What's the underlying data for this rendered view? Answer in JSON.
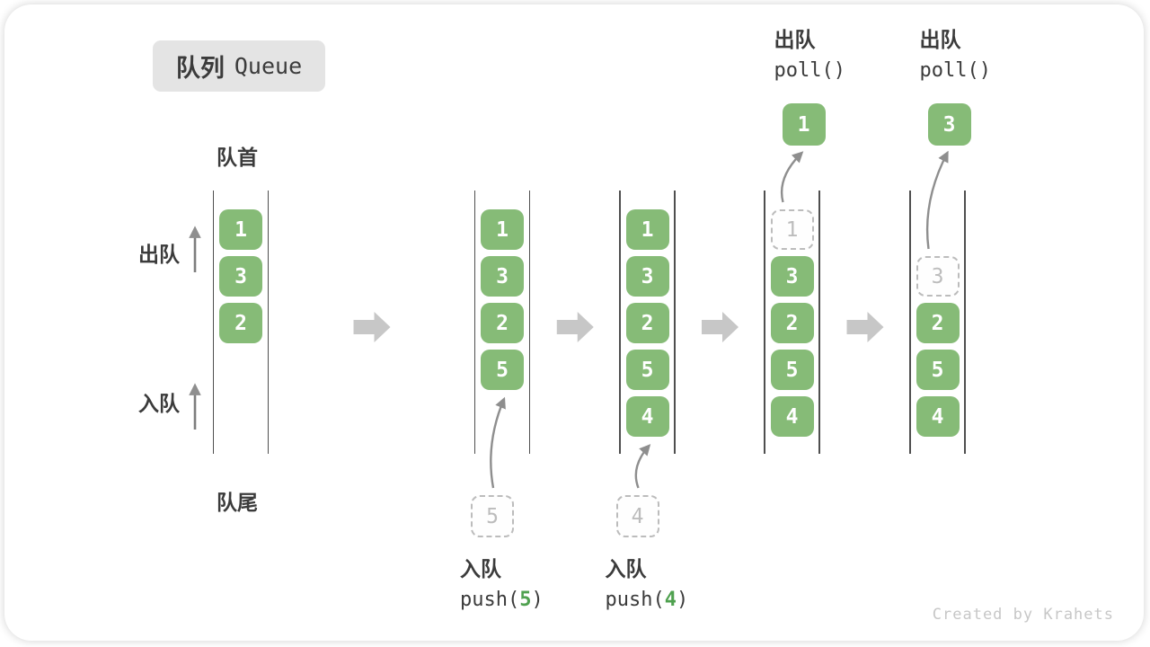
{
  "title": {
    "zh": "队列",
    "en": "Queue"
  },
  "side_labels": {
    "front": "队首",
    "rear": "队尾",
    "dequeue": "出队",
    "enqueue": "入队"
  },
  "watermark": "Created by Krahets",
  "colors": {
    "box_green": "#86bb77",
    "code_arg_green": "#4fa14f",
    "title_bg": "#e4e4e4",
    "text_dark": "#3b3b3b",
    "dashed_gray": "#bcbcbc",
    "block_arrow_gray": "#c7c7c7",
    "thin_arrow_gray": "#8e8e8e",
    "column_line": "#4f4f4f"
  },
  "columns": [
    {
      "name": "state-initial",
      "cells": [
        {
          "row": 0,
          "value": "1",
          "type": "filled"
        },
        {
          "row": 1,
          "value": "3",
          "type": "filled"
        },
        {
          "row": 2,
          "value": "2",
          "type": "filled"
        }
      ]
    },
    {
      "name": "state-after-push-5",
      "cells": [
        {
          "row": 0,
          "value": "1",
          "type": "filled"
        },
        {
          "row": 1,
          "value": "3",
          "type": "filled"
        },
        {
          "row": 2,
          "value": "2",
          "type": "filled"
        },
        {
          "row": 3,
          "value": "5",
          "type": "filled"
        }
      ],
      "staged": {
        "value": "5"
      },
      "bottom_op": {
        "label": "入队",
        "code_pre": "push(",
        "code_arg": "5",
        "code_post": ")"
      }
    },
    {
      "name": "state-after-push-4",
      "cells": [
        {
          "row": 0,
          "value": "1",
          "type": "filled"
        },
        {
          "row": 1,
          "value": "3",
          "type": "filled"
        },
        {
          "row": 2,
          "value": "2",
          "type": "filled"
        },
        {
          "row": 3,
          "value": "5",
          "type": "filled"
        },
        {
          "row": 4,
          "value": "4",
          "type": "filled"
        }
      ],
      "staged": {
        "value": "4"
      },
      "bottom_op": {
        "label": "入队",
        "code_pre": "push(",
        "code_arg": "4",
        "code_post": ")"
      }
    },
    {
      "name": "state-after-poll-1",
      "cells": [
        {
          "row": 0,
          "value": "1",
          "type": "dashed"
        },
        {
          "row": 1,
          "value": "3",
          "type": "filled"
        },
        {
          "row": 2,
          "value": "2",
          "type": "filled"
        },
        {
          "row": 3,
          "value": "5",
          "type": "filled"
        },
        {
          "row": 4,
          "value": "4",
          "type": "filled"
        }
      ],
      "popped": {
        "value": "1"
      },
      "top_op": {
        "label": "出队",
        "code": "poll()"
      }
    },
    {
      "name": "state-after-poll-3",
      "cells": [
        {
          "row": 1,
          "value": "3",
          "type": "dashed"
        },
        {
          "row": 2,
          "value": "2",
          "type": "filled"
        },
        {
          "row": 3,
          "value": "5",
          "type": "filled"
        },
        {
          "row": 4,
          "value": "4",
          "type": "filled"
        }
      ],
      "popped": {
        "value": "3"
      },
      "top_op": {
        "label": "出队",
        "code": "poll()"
      }
    }
  ]
}
